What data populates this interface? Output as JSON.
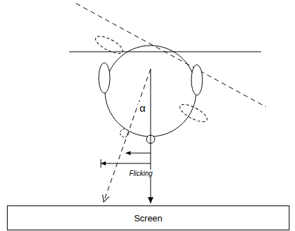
{
  "diagram": {
    "nodes": [
      {
        "text": [
          "Screen"
        ]
      }
    ],
    "labels": [
      "α",
      "Flicking"
    ]
  }
}
